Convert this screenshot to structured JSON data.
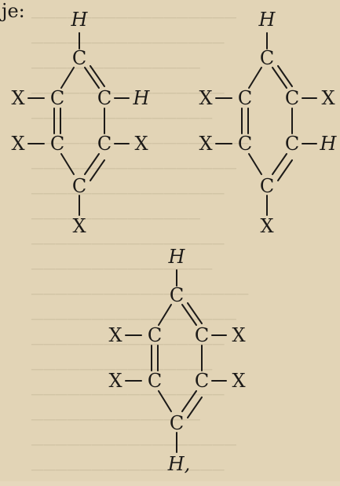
{
  "intro": "je:",
  "structures": [
    {
      "top_h": "H",
      "c_top": "C",
      "c_ul": "C",
      "c_ur": "C",
      "c_ll": "C",
      "c_lr": "C",
      "c_bot": "C",
      "sub_ul": "X",
      "sub_ur": "H",
      "sub_ll": "X",
      "sub_lr": "X",
      "sub_bot": "X"
    },
    {
      "top_h": "H",
      "c_top": "C",
      "c_ul": "C",
      "c_ur": "C",
      "c_ll": "C",
      "c_lr": "C",
      "c_bot": "C",
      "sub_ul": "X",
      "sub_ur": "X",
      "sub_ll": "X",
      "sub_lr": "H",
      "sub_bot": "X"
    },
    {
      "top_h": "H",
      "c_top": "C",
      "c_ul": "C",
      "c_ur": "C",
      "c_ll": "C",
      "c_lr": "C",
      "c_bot": "C",
      "sub_ul": "X",
      "sub_ur": "X",
      "sub_ll": "X",
      "sub_lr": "X",
      "sub_bot": "H,"
    }
  ],
  "colors": {
    "paper": "#e6d8bd",
    "ink": "#1c1a18"
  }
}
